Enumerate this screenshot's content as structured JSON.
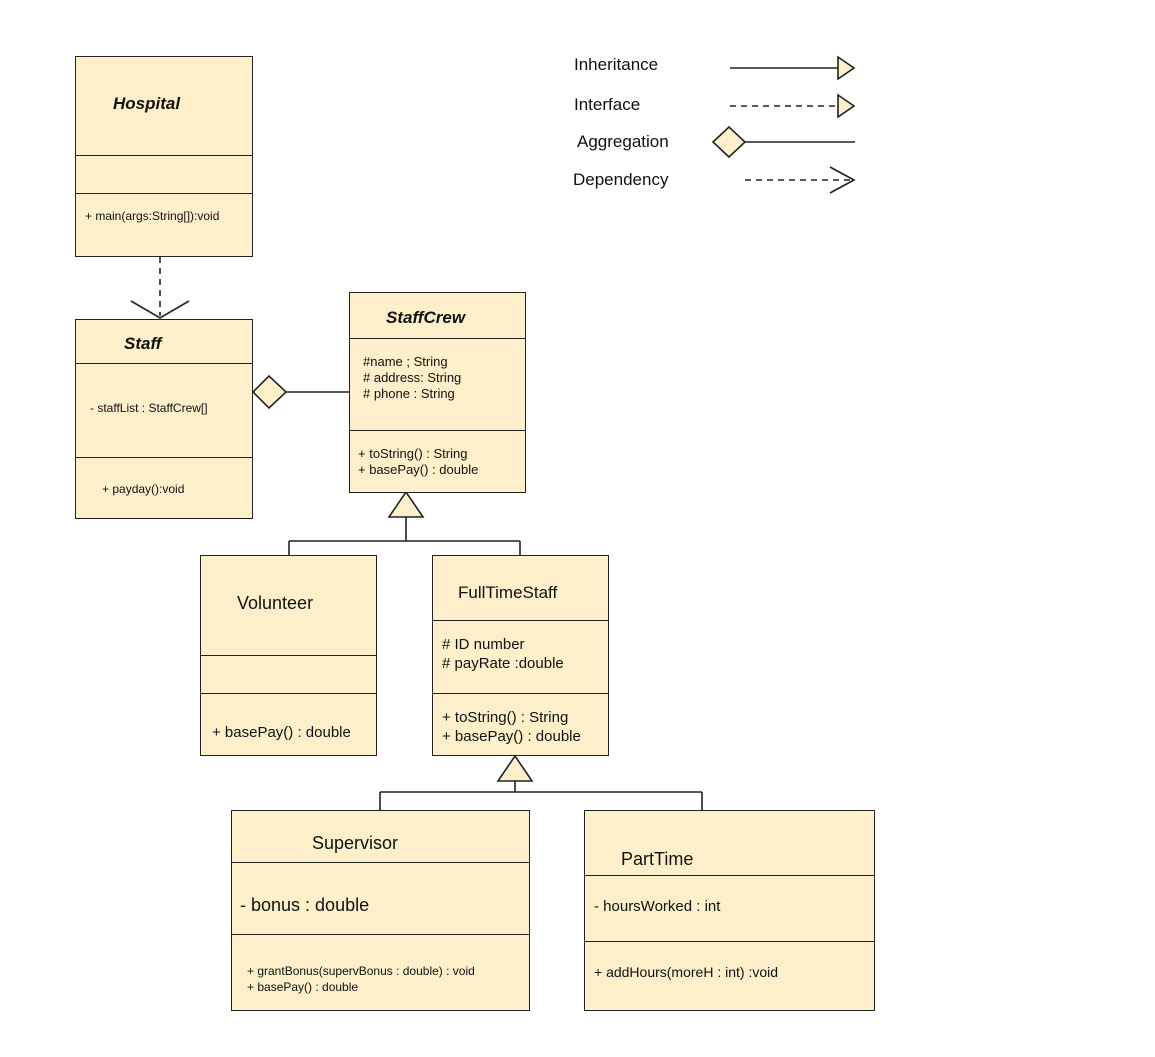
{
  "legend": {
    "inheritance": "Inheritance",
    "interface": "Interface",
    "aggregation": "Aggregation",
    "dependency": "Dependency"
  },
  "classes": {
    "hospital": {
      "name": "Hospital",
      "methods": [
        "+ main(args:String[]):void"
      ]
    },
    "staff": {
      "name": "Staff",
      "attributes": [
        "- staffList : StaffCrew[]"
      ],
      "methods": [
        "+ payday():void"
      ]
    },
    "staffcrew": {
      "name": "StaffCrew",
      "attributes": [
        "#name ; String",
        "# address: String",
        "# phone : String"
      ],
      "methods": [
        "+ toString() : String",
        "+ basePay() : double"
      ]
    },
    "volunteer": {
      "name": "Volunteer",
      "methods": [
        "+ basePay() : double"
      ]
    },
    "fulltimestaff": {
      "name": "FullTimeStaff",
      "attributes": [
        "# ID number",
        "# payRate :double"
      ],
      "methods": [
        "+ toString() : String",
        "+ basePay() : double"
      ]
    },
    "supervisor": {
      "name": "Supervisor",
      "attributes": [
        "- bonus : double"
      ],
      "methods": [
        "+ grantBonus(supervBonus : double) : void",
        "+ basePay() : double"
      ]
    },
    "parttime": {
      "name": "PartTime",
      "attributes": [
        "- hoursWorked : int"
      ],
      "methods": [
        "+ addHours(moreH : int) :void"
      ]
    }
  },
  "colors": {
    "fill": "#fdefc9",
    "stroke": "#222222"
  }
}
